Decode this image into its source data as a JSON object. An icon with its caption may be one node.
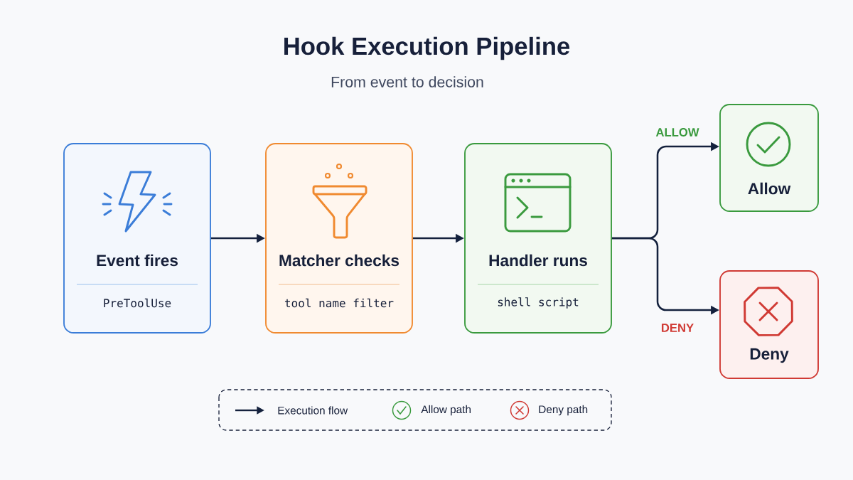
{
  "diagram": {
    "title": "Hook Execution Pipeline",
    "caption": "From event to decision",
    "nodes": [
      {
        "text": [
          "Event fires",
          "PreToolUse"
        ]
      },
      {
        "text": [
          "Matcher checks",
          "tool name filter"
        ]
      },
      {
        "text": [
          "Handler runs",
          "shell script"
        ]
      },
      {
        "text": [
          "Allow"
        ]
      },
      {
        "text": [
          "Deny"
        ]
      }
    ],
    "edges": [
      {
        "from": 0,
        "to": 1,
        "arrow": "to"
      },
      {
        "from": 1,
        "to": 2,
        "arrow": "to"
      },
      {
        "from": 2,
        "to": 3,
        "arrow": "to",
        "label": "ALLOW"
      },
      {
        "from": 2,
        "to": 4,
        "arrow": "to",
        "label": "DENY"
      }
    ],
    "legend": [
      {
        "text": "Execution flow"
      },
      {
        "text": "Allow path"
      },
      {
        "text": "Deny path"
      }
    ]
  }
}
